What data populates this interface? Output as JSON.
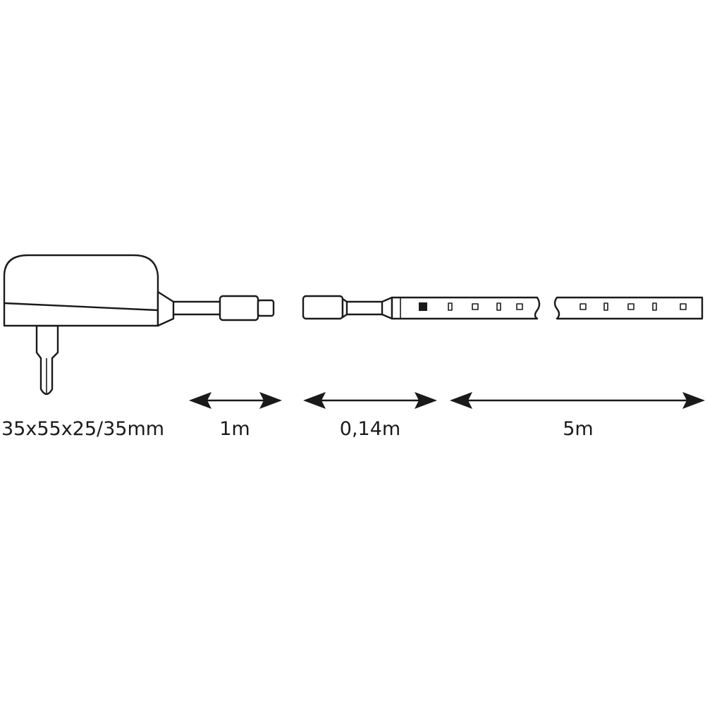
{
  "labels": {
    "adapter_dimensions": "35x55x25/35mm",
    "cable_length": "1m",
    "connector_length": "0,14m",
    "strip_length": "5m"
  },
  "colors": {
    "line": "#1a1a1a",
    "background": "#ffffff"
  }
}
